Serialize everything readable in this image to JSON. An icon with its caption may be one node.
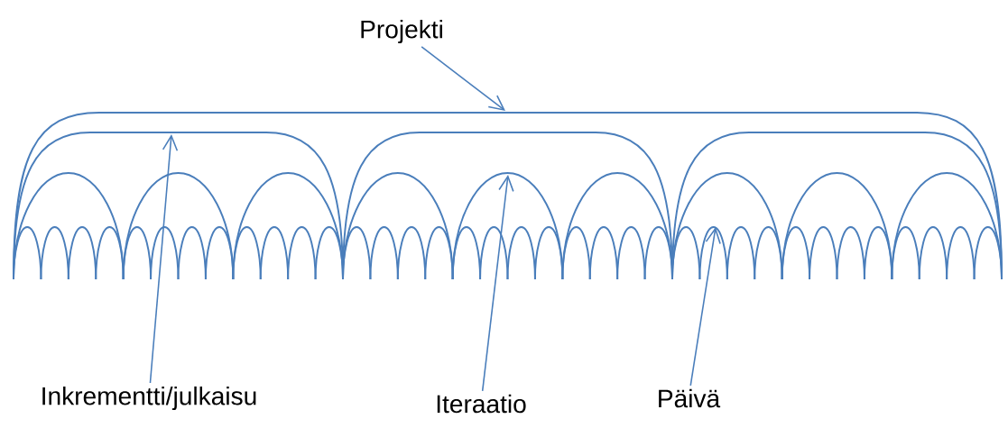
{
  "diagram": {
    "nodes": [
      {
        "text": [
          "Projekti"
        ]
      },
      {
        "text": [
          "Inkrementti/julkaisu"
        ]
      },
      {
        "text": [
          "Iteraatio"
        ]
      },
      {
        "text": [
          "Päivä"
        ]
      }
    ],
    "edges": [
      {
        "from": 0,
        "to": null,
        "arrow": "to"
      },
      {
        "from": 1,
        "to": null,
        "arrow": "to"
      },
      {
        "from": 2,
        "to": null,
        "arrow": "to"
      },
      {
        "from": 3,
        "to": null,
        "arrow": "to"
      }
    ]
  }
}
